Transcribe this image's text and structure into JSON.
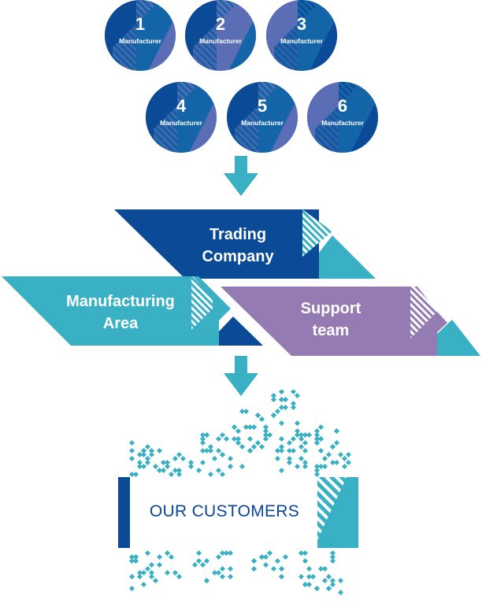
{
  "colors": {
    "navy": "#0b4a96",
    "blue": "#1465a8",
    "periwinkle": "#5b6db5",
    "teal": "#3ab0c4",
    "purple": "#957bb3",
    "text_dark": "#0d4595",
    "white": "#ffffff"
  },
  "manufacturers": [
    {
      "number": "1",
      "label": "Manufacturer"
    },
    {
      "number": "2",
      "label": "Manufacturer"
    },
    {
      "number": "3",
      "label": "Manufacturer"
    },
    {
      "number": "4",
      "label": "Manufacturer"
    },
    {
      "number": "5",
      "label": "Manufacturer"
    },
    {
      "number": "6",
      "label": "Manufacturer"
    }
  ],
  "arrows": [
    {
      "icon": "arrow-down-icon"
    },
    {
      "icon": "arrow-down-icon"
    }
  ],
  "trading": {
    "line1": "Trading",
    "line2": "Company"
  },
  "manufacturing": {
    "line1": "Manufacturing",
    "line2": "Area"
  },
  "support": {
    "line1": "Support",
    "line2": "team"
  },
  "customers": {
    "label": "OUR CUSTOMERS"
  }
}
